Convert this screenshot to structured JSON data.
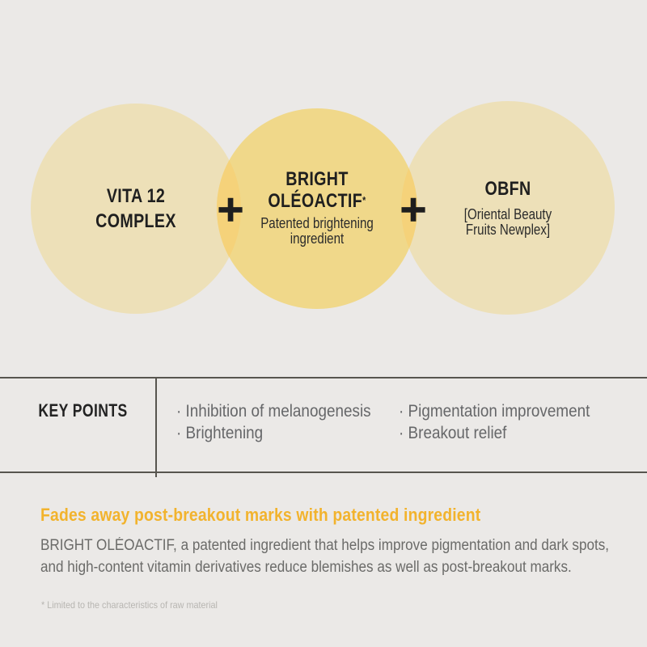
{
  "colors": {
    "background": "#ebe9e7",
    "side_circle": "#ede0b8",
    "center_circle": "#f0d88a",
    "overlap": "#f5d27a",
    "plus": "#1e1e1e",
    "rule": "#57554f",
    "heading_accent": "#f2b32d",
    "title_text": "#1f1f1f",
    "subtitle_text": "#2b2b2b",
    "keypoints_text": "#666769",
    "body_text": "#6b6b69",
    "footnote_text": "#b7b5b1"
  },
  "venn": {
    "left_circle": {
      "line1": "VITA 12",
      "line2": "COMPLEX"
    },
    "center_circle": {
      "line1": "BRIGHT",
      "line2": "OLÉOACTIF",
      "footnote_marker": "*",
      "subtitle_line1": "Patented brightening",
      "subtitle_line2": "ingredient"
    },
    "right_circle": {
      "title": "OBFN",
      "subtitle_line1": "[Oriental Beauty",
      "subtitle_line2": "Fruits Newplex]"
    },
    "plus_symbol": "+"
  },
  "key_points": {
    "label": "KEY POINTS",
    "columns": [
      {
        "items": [
          "· Inhibition of melanogenesis",
          "· Brightening"
        ]
      },
      {
        "items": [
          "· Pigmentation improvement",
          "· Breakout relief"
        ]
      }
    ]
  },
  "bottom": {
    "heading": "Fades away post-breakout marks with patented ingredient",
    "body_line1": "BRIGHT OLÉOACTIF, a patented ingredient that helps improve pigmentation and dark spots,",
    "body_line2": "and high-content vitamin derivatives reduce blemishes as well as post-breakout marks.",
    "footnote": "* Limited to the characteristics of raw material"
  }
}
